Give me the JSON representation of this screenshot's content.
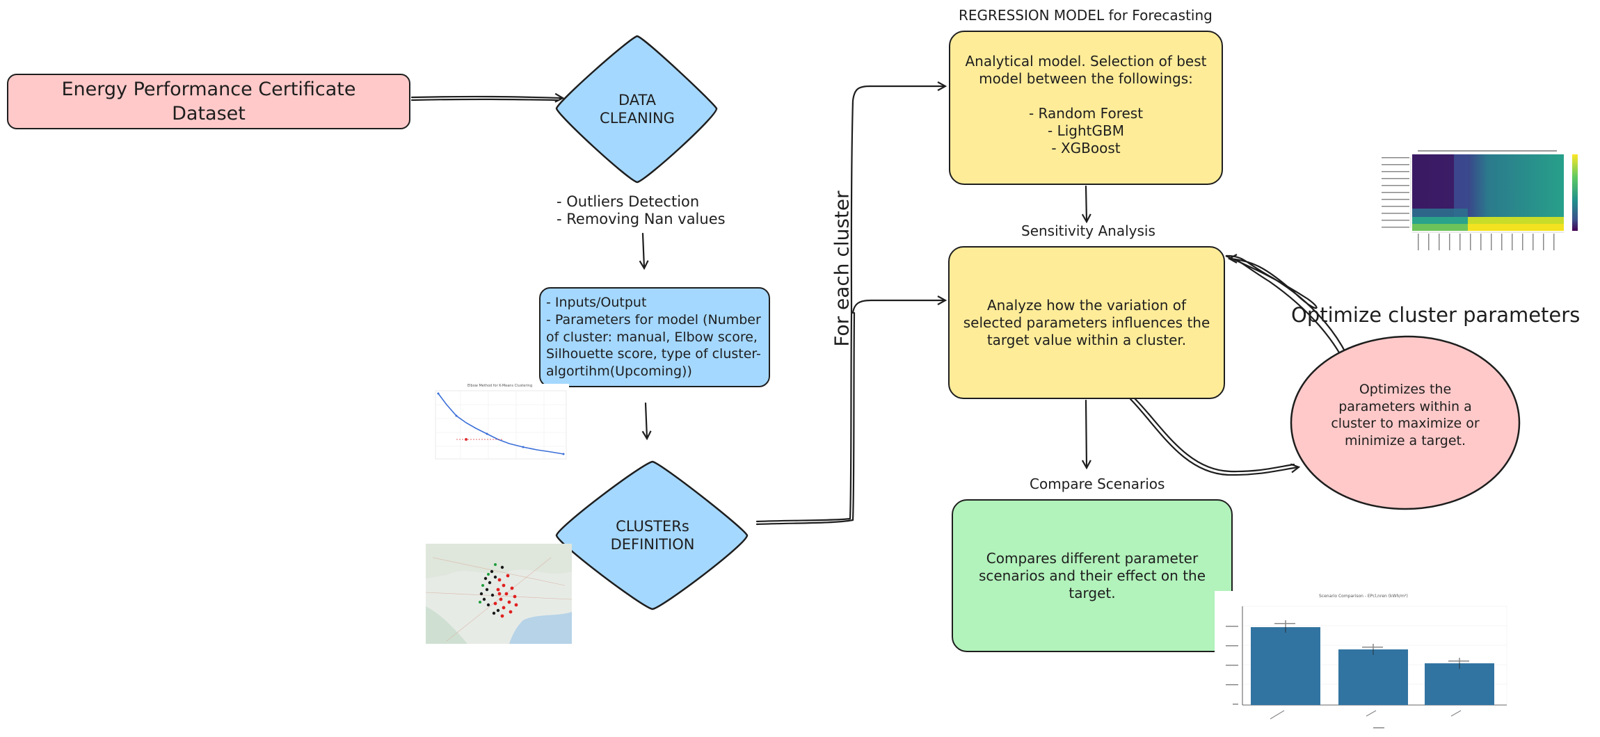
{
  "dataset": {
    "label": "Energy Performance Certificate\nDataset"
  },
  "cleaning": {
    "label": "DATA\nCLEANING",
    "steps": [
      "- Outliers Detection",
      "- Removing Nan values"
    ]
  },
  "params_box": {
    "text": "- Inputs/Output\n- Parameters for model (Number of cluster: manual, Elbow score, Silhouette score, type of cluster-algortihm(Upcoming))"
  },
  "elbow_chart": {
    "title": "Elbow Method for K-Means Clustering"
  },
  "clusters": {
    "label": "CLUSTERs\nDEFINITION"
  },
  "for_each_cluster": "For each cluster",
  "regression": {
    "title": "REGRESSION MODEL for Forecasting",
    "text": "Analytical model. Selection of best model between the followings:\n\n- Random Forest\n- LightGBM\n- XGBoost"
  },
  "sensitivity": {
    "title": "Sensitivity Analysis",
    "text": "Analyze how the variation of selected parameters influences the target value within a cluster."
  },
  "compare": {
    "title": "Compare Scenarios",
    "text": "Compares different parameter scenarios and their effect on the target."
  },
  "optimize": {
    "title": "Optimize cluster parameters",
    "text": "Optimizes the parameters within a cluster to maximize or minimize a target."
  },
  "bar_chart": {
    "title": "Scenario Comparison - EPcl,nren (kWh/m²)"
  },
  "colors": {
    "pink": "#ffc9c9",
    "blue": "#a5d8ff",
    "yellow": "#ffec99",
    "green": "#b2f2bb",
    "bar": "#3274a1"
  }
}
